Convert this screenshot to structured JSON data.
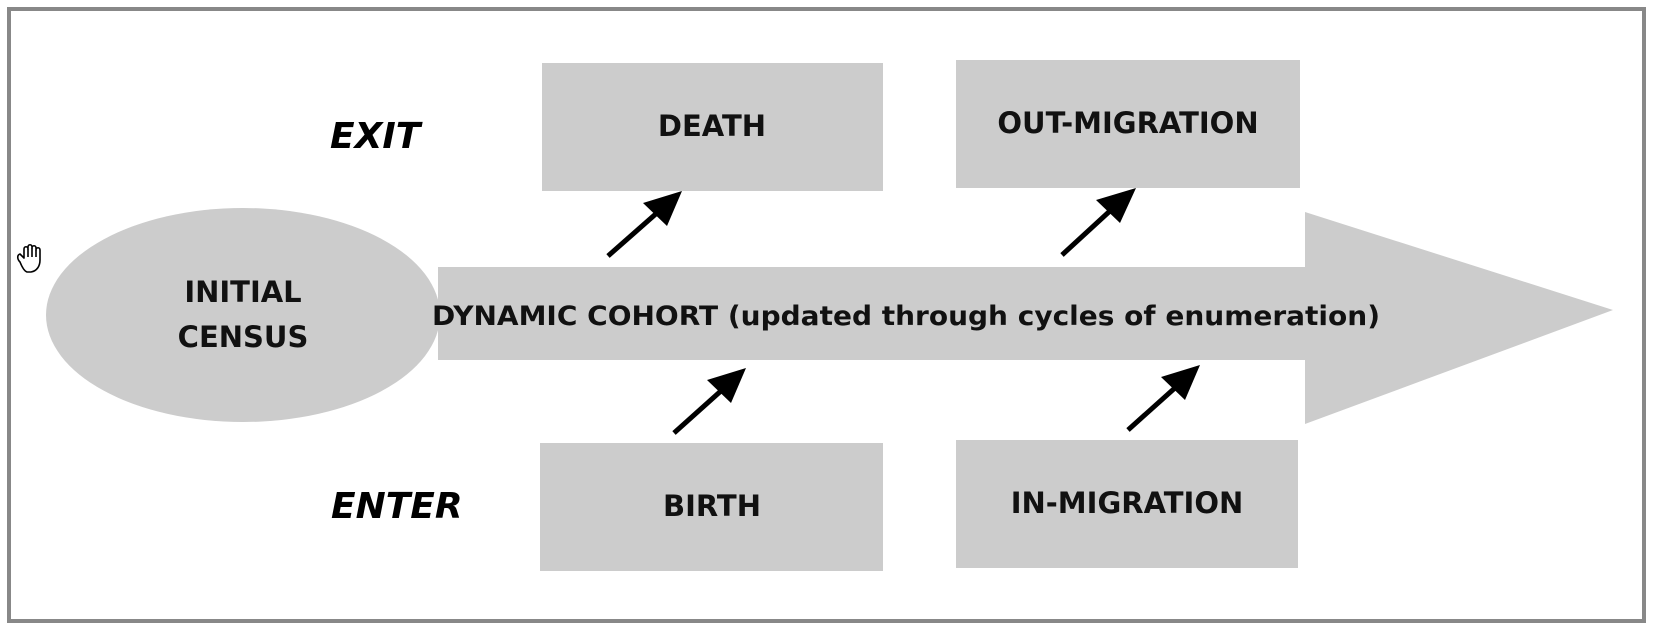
{
  "diagram": {
    "exit_label": "EXIT",
    "enter_label": "ENTER",
    "start_node": {
      "line1": "INITIAL",
      "line2": "CENSUS"
    },
    "cohort_label": "DYNAMIC COHORT (updated through cycles of enumeration)",
    "exit_boxes": [
      {
        "label": "DEATH"
      },
      {
        "label": "OUT-MIGRATION"
      }
    ],
    "enter_boxes": [
      {
        "label": "BIRTH"
      },
      {
        "label": "IN-MIGRATION"
      }
    ]
  },
  "colors": {
    "shape_fill": "#cccccc",
    "border": "#888888",
    "arrow": "#000000"
  },
  "icons": {
    "cursor": "hand-cursor-icon"
  }
}
